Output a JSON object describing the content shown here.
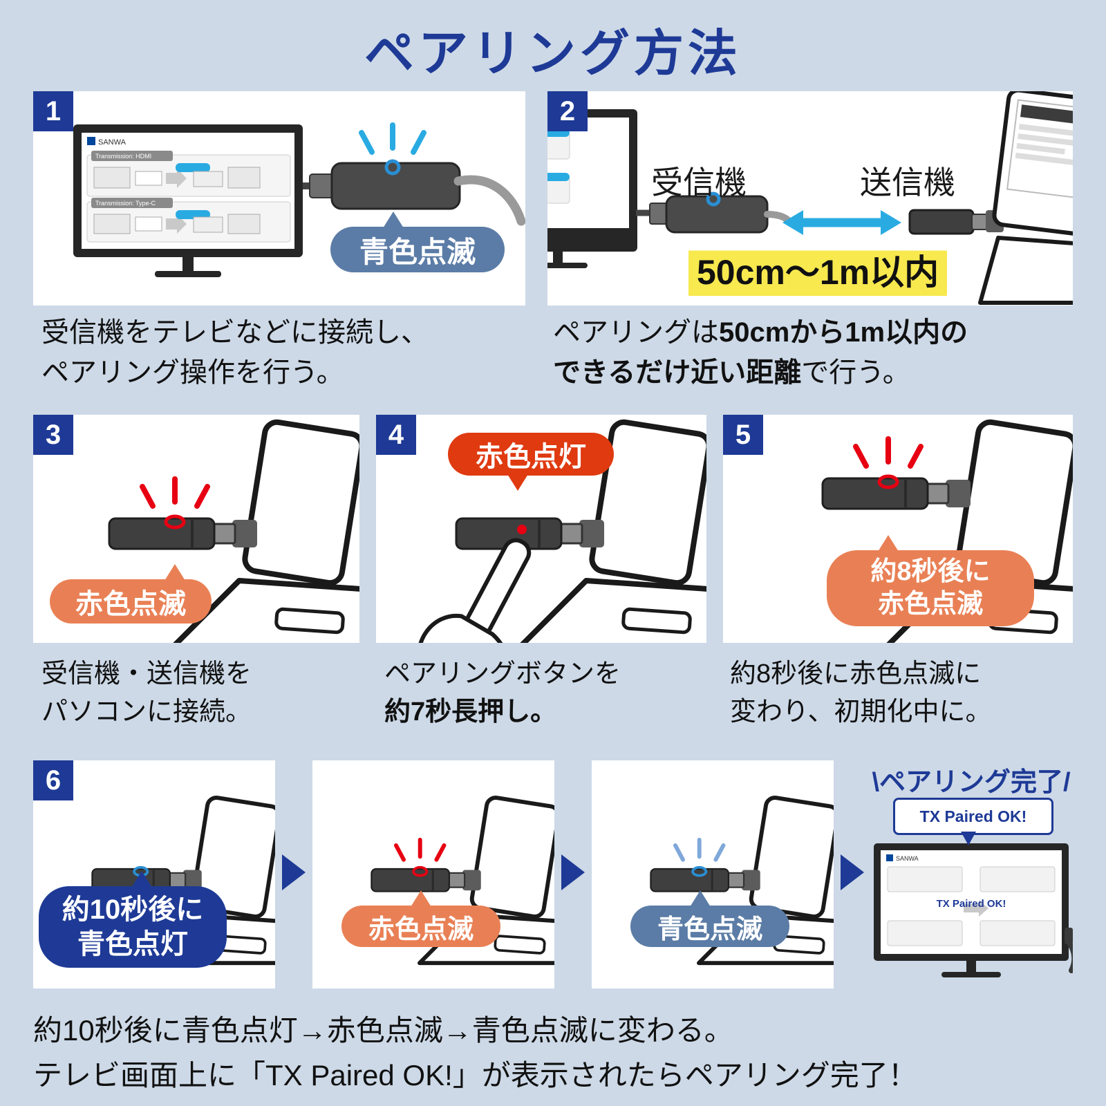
{
  "title": "ペアリング方法",
  "colors": {
    "bg": "#cdd9e7",
    "navy": "#1e3a96",
    "cyan": "#29abe2",
    "led_blue": "#2a8fd4",
    "led_red": "#e60012",
    "red_bubble": "#df3a10",
    "coral_bubble": "#e98055",
    "slate_bubble": "#5b7ca6",
    "light_blue_blink": "#7fa8d9",
    "highlight_yellow": "#f7e94e"
  },
  "steps": {
    "s1": {
      "num": "1",
      "bubble": "青色点滅",
      "cap1": "受信機をテレビなどに接続し、",
      "cap2": "ペアリング操作を行う。"
    },
    "s2": {
      "num": "2",
      "receiver": "受信機",
      "transmitter": "送信機",
      "distance": "50cm〜1m以内",
      "cap_pre": "ペアリングは",
      "cap_b1": "50cmから1m以内の",
      "cap_b2": "できるだけ近い距離",
      "cap_post": "で行う。"
    },
    "s3": {
      "num": "3",
      "bubble": "赤色点滅",
      "cap1": "受信機・送信機を",
      "cap2": "パソコンに接続。"
    },
    "s4": {
      "num": "4",
      "bubble": "赤色点灯",
      "cap1": "ペアリングボタンを",
      "cap_bold": "約7秒長押し。"
    },
    "s5": {
      "num": "5",
      "bubble1": "約8秒後に",
      "bubble2": "赤色点滅",
      "cap1": "約8秒後に赤色点滅に",
      "cap2": "変わり、初期化中に。"
    },
    "s6": {
      "num": "6",
      "bubble1": "約10秒後に",
      "bubble2": "青色点灯"
    },
    "s7": {
      "bubble": "赤色点滅"
    },
    "s8": {
      "bubble": "青色点滅"
    }
  },
  "complete": {
    "header": "\\ペアリング完了/",
    "tx": "TX Paired OK!"
  },
  "tv": {
    "logo": "SANWA",
    "row1": "Transmission: HDMI",
    "row2": "Transmission: Type-C"
  },
  "bottom": {
    "line1": "約10秒後に青色点灯→赤色点滅→青色点滅に変わる。",
    "line2": "テレビ画面上に「TX Paired OK!」が表示されたらペアリング完了！"
  }
}
